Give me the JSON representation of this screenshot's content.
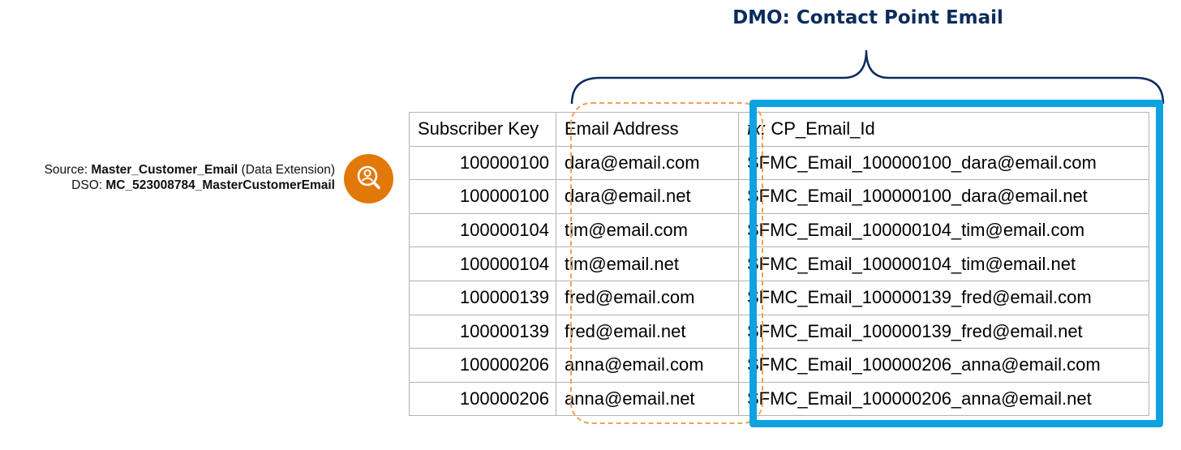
{
  "title": "DMO: Contact Point Email",
  "source": {
    "source_label": "Source:",
    "source_name": "Master_Customer_Email",
    "source_type": "(Data Extension)",
    "dso_label": "DSO:",
    "dso_name": "MC_523008784_MasterCustomerEmail",
    "icon": "search-person-icon",
    "icon_color": "#e2780a"
  },
  "table": {
    "headers": [
      "Subscriber Key",
      "Email Address",
      "CP_Email_Id"
    ],
    "formula_prefix": "fx:",
    "rows": [
      [
        "100000100",
        "dara@email.com",
        "SFMC_Email_100000100_dara@email.com"
      ],
      [
        "100000100",
        "dara@email.net",
        "SFMC_Email_100000100_dara@email.net"
      ],
      [
        "100000104",
        "tim@email.com",
        "SFMC_Email_100000104_tim@email.com"
      ],
      [
        "100000104",
        "tim@email.net",
        "SFMC_Email_100000104_tim@email.net"
      ],
      [
        "100000139",
        "fred@email.com",
        "SFMC_Email_100000139_fred@email.com"
      ],
      [
        "100000139",
        "fred@email.net",
        "SFMC_Email_100000139_fred@email.net"
      ],
      [
        "100000206",
        "anna@email.com",
        "SFMC_Email_100000206_anna@email.com"
      ],
      [
        "100000206",
        "anna@email.net",
        "SFMC_Email_100000206_anna@email.net"
      ]
    ]
  },
  "colors": {
    "title": "#0b2c5c",
    "brace": "#0b2c5c",
    "dashed_highlight": "#f0a050",
    "solid_highlight": "#0ea2e0"
  }
}
